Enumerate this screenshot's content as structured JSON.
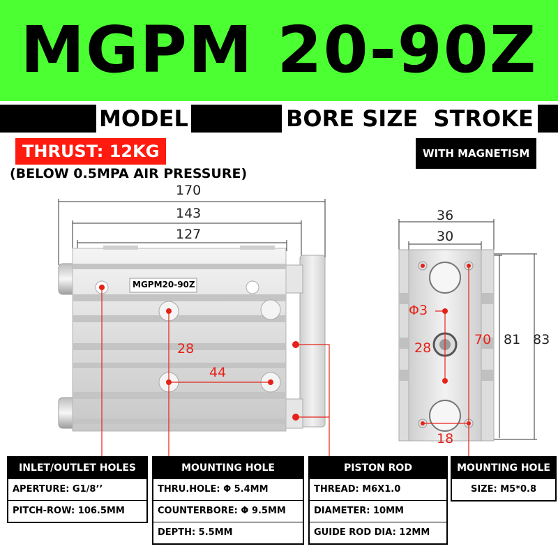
{
  "title": "MGPM 20-90Z",
  "labels": {
    "model": "MODEL",
    "bore_stroke": "BORE SIZE  STROKE",
    "thrust": "THRUST: 12KG",
    "pressure": "(BELOW 0.5MPA AIR PRESSURE)",
    "magnetism": "WITH MAGNETISM"
  },
  "side_view": {
    "product_label": "MGPM20-90Z",
    "dims": {
      "overall": "170",
      "body": "143",
      "plate": "127",
      "v_spacing": "28",
      "h_spacing": "44"
    }
  },
  "end_view": {
    "dims": {
      "width": "36",
      "inner_width": "30",
      "hole": "Φ3",
      "center": "28",
      "height_a": "70",
      "height_b": "81",
      "height_c": "83",
      "bottom": "18"
    }
  },
  "spec_boxes": [
    {
      "header": "INLET/OUTLET HOLES",
      "rows": [
        "APERTURE: G1/8’’",
        "PITCH-ROW: 106.5MM"
      ]
    },
    {
      "header": "MOUNTING HOLE",
      "rows": [
        "THRU.HOLE: Φ 5.4MM",
        "COUNTERBORE: Φ 9.5MM",
        "DEPTH: 5.5MM"
      ]
    },
    {
      "header": "PISTON ROD",
      "rows": [
        "THREAD: M6X1.0",
        "DIAMETER: 10MM",
        "GUIDE ROD DIA: 12MM"
      ]
    },
    {
      "header": "MOUNTING HOLE",
      "rows": [
        "SIZE: M5*0.8"
      ]
    }
  ],
  "colors": {
    "banner": "#4cff32",
    "accent_red": "#e52218",
    "black": "#000000"
  }
}
